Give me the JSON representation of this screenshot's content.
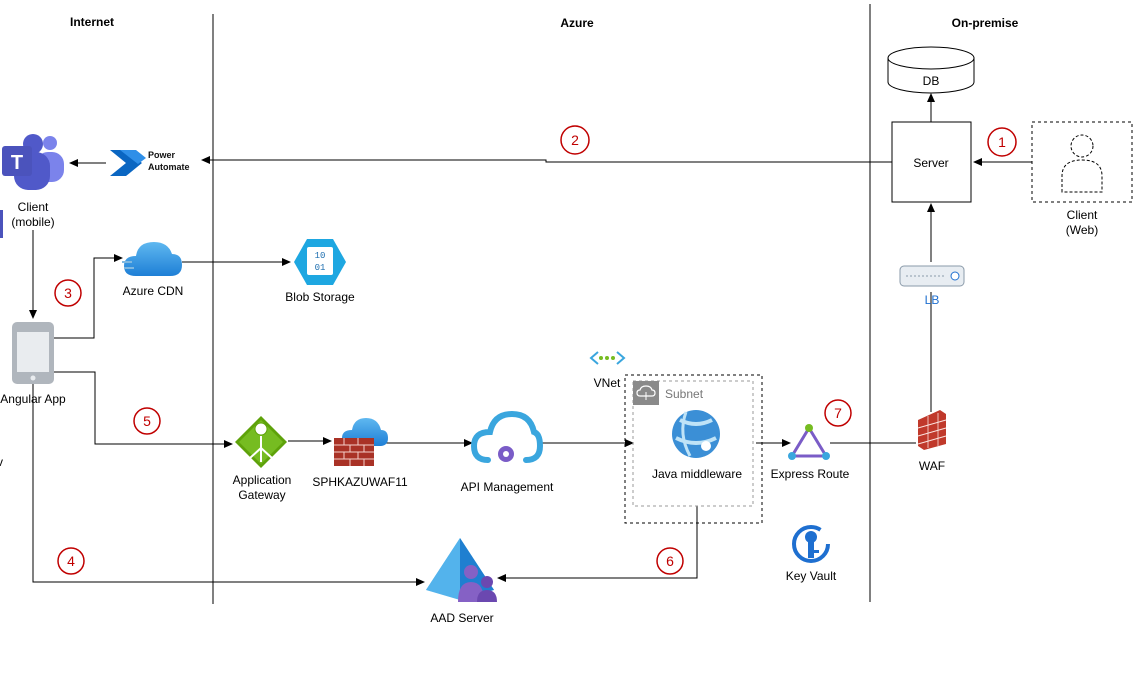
{
  "zones": {
    "internet": "Internet",
    "azure": "Azure",
    "on_premise": "On-premise"
  },
  "nodes": {
    "db": "DB",
    "server": "Server",
    "client_web_line1": "Client",
    "client_web_line2": "(Web)",
    "lb": "LB",
    "waf": "WAF",
    "client_mobile_line1": "Client",
    "client_mobile_line2": "(mobile)",
    "power_automate_line1": "Power",
    "power_automate_line2": "Automate",
    "azure_cdn": "Azure CDN",
    "blob_storage": "Blob Storage",
    "angular_app": "Angular App",
    "app_gateway_line1": "Application",
    "app_gateway_line2": "Gateway",
    "waf_policy": "SPHKAZUWAF11",
    "api_management": "API Management",
    "vnet": "VNet",
    "subnet": "Subnet",
    "java_middleware": "Java middleware",
    "express_route": "Express Route",
    "key_vault": "Key Vault",
    "aad_server": "AAD Server"
  },
  "steps": [
    "1",
    "2",
    "3",
    "4",
    "5",
    "6",
    "7"
  ],
  "colors": {
    "step_marker": "#c00000",
    "azure_blue": "#0078d4",
    "teams_purple": "#5059c9",
    "firewall_red": "#c0392b",
    "gateway_green": "#5ea20a"
  }
}
